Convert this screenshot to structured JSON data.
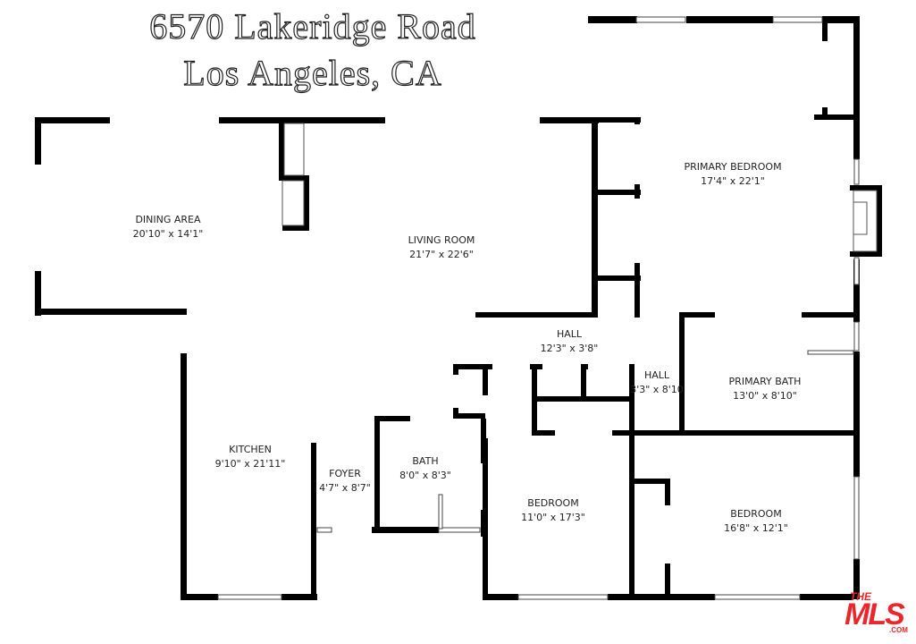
{
  "header": {
    "address_line1": "6570 Lakeridge Road",
    "address_line2": "Los Angeles, CA"
  },
  "rooms": [
    {
      "id": "dining",
      "name": "DINING AREA",
      "dims": "20'10\" x 14'1\""
    },
    {
      "id": "living",
      "name": "LIVING ROOM",
      "dims": "21'7\" x 22'6\""
    },
    {
      "id": "primary_bedroom",
      "name": "PRIMARY BEDROOM",
      "dims": "17'4\" x 22'1\""
    },
    {
      "id": "hall1",
      "name": "HALL",
      "dims": "12'3\" x 3'8\""
    },
    {
      "id": "hall2",
      "name": "HALL",
      "dims": "3'3\" x 8'10"
    },
    {
      "id": "primary_bath",
      "name": "PRIMARY BATH",
      "dims": "13'0\" x 8'10\""
    },
    {
      "id": "kitchen",
      "name": "KITCHEN",
      "dims": "9'10\" x 21'11\""
    },
    {
      "id": "foyer",
      "name": "FOYER",
      "dims": "4'7\" x 8'7\""
    },
    {
      "id": "bath",
      "name": "BATH",
      "dims": "8'0\" x 8'3\""
    },
    {
      "id": "bedroom1",
      "name": "BEDROOM",
      "dims": "11'0\" x 17'3\""
    },
    {
      "id": "bedroom2",
      "name": "BEDROOM",
      "dims": "16'8\" x 12'1\""
    }
  ],
  "logo": {
    "line1": "THE",
    "line2": "MLS",
    "suffix": ".COM",
    "color": "#e8262b"
  }
}
